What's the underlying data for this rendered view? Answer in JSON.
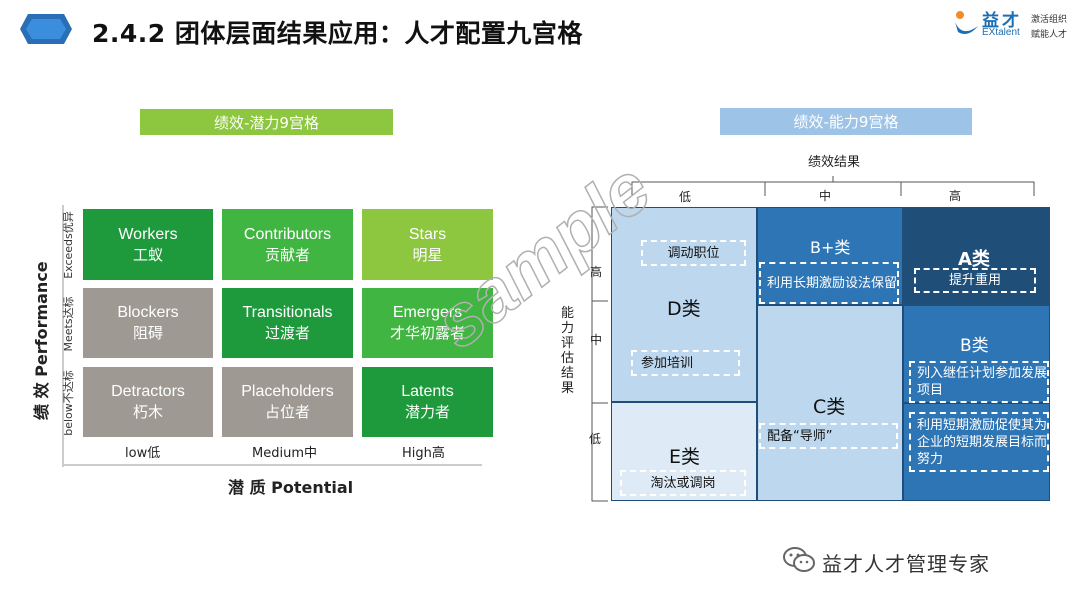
{
  "header": {
    "title": "2.4.2 团体层面结果应用：人才配置九宫格",
    "brand_name": "益才",
    "brand_en": "EXtalent",
    "slogan_line1": "激活组织",
    "slogan_line2": "赋能人才"
  },
  "left": {
    "banner": "绩效-潜力9宫格",
    "cells": [
      {
        "en": "Workers",
        "cn": "工蚁"
      },
      {
        "en": "Contributors",
        "cn": "贡献者"
      },
      {
        "en": "Stars",
        "cn": "明星"
      },
      {
        "en": "Blockers",
        "cn": "阻碍"
      },
      {
        "en": "Transitionals",
        "cn": "过渡者"
      },
      {
        "en": "Emergers",
        "cn": "才华初露者"
      },
      {
        "en": "Detractors",
        "cn": "朽木"
      },
      {
        "en": "Placeholders",
        "cn": "占位者"
      },
      {
        "en": "Latents",
        "cn": "潜力者"
      }
    ],
    "x_ticks": [
      "low低",
      "Medium中",
      "High高"
    ],
    "y_ticks": [
      "Exceeds优异",
      "Meets达标",
      "below不达标"
    ],
    "x_title": "潜 质 Potential",
    "y_title": "绩 效 Performance"
  },
  "right": {
    "banner": "绩效-能力9宫格",
    "col_group": "绩效结果",
    "cols": [
      "低",
      "中",
      "高"
    ],
    "row_group": "能力评估结果",
    "rows": [
      "高",
      "中",
      "低"
    ],
    "d": {
      "label": "D类",
      "action1": "调动职位",
      "action2": "参加培训"
    },
    "e": {
      "label": "E类",
      "action": "淘汰或调岗"
    },
    "bplus": {
      "label": "B+类",
      "action": "利用长期激励设法保留"
    },
    "a": {
      "label": "A类",
      "action": "提升重用"
    },
    "b": {
      "label": "B类",
      "action": "列入继任计划参加发展项目"
    },
    "c": {
      "label": "C类",
      "action": "配备“导师”",
      "action2": "利用短期激励促使其为企业的短期发展目标而努力"
    }
  },
  "watermark": "sample",
  "footer": "益才人才管理专家",
  "colors": {
    "dark_green": "#1e9a3d",
    "mid_green": "#41b542",
    "light_green": "#8dc63f",
    "gray": "#9e9a93",
    "navy": "#1f4e79",
    "blue": "#2e75b6",
    "light_blue": "#bdd7ee",
    "pale_blue": "#deebf7"
  }
}
